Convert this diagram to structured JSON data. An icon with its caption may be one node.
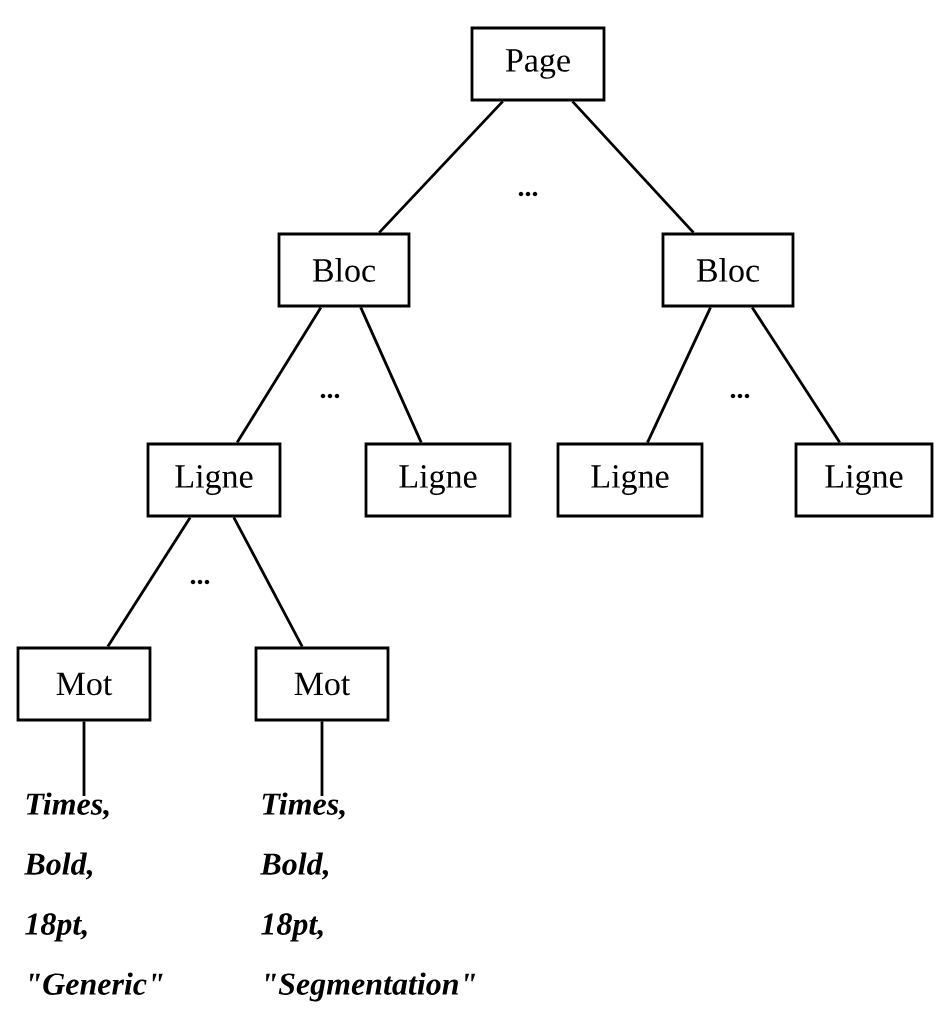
{
  "diagram": {
    "nodes": [
      {
        "text": [
          "Page"
        ]
      },
      {
        "text": [
          "Bloc"
        ]
      },
      {
        "text": [
          "Bloc"
        ]
      },
      {
        "text": [
          "Ligne"
        ]
      },
      {
        "text": [
          "Ligne"
        ]
      },
      {
        "text": [
          "Ligne"
        ]
      },
      {
        "text": [
          "Ligne"
        ]
      },
      {
        "text": [
          "Mot"
        ]
      },
      {
        "text": [
          "Mot"
        ]
      },
      {
        "text": [
          "Times, Bold, 18pt, \"Generic\""
        ]
      },
      {
        "text": [
          "Times, Bold, 18pt, \"Segmentation\""
        ]
      }
    ],
    "edges": [
      {
        "from": 0,
        "to": 1,
        "arrow": "none"
      },
      {
        "from": 0,
        "to": 2,
        "arrow": "none"
      },
      {
        "from": 1,
        "to": 3,
        "arrow": "none"
      },
      {
        "from": 1,
        "to": 4,
        "arrow": "none"
      },
      {
        "from": 2,
        "to": 5,
        "arrow": "none"
      },
      {
        "from": 2,
        "to": 6,
        "arrow": "none"
      },
      {
        "from": 3,
        "to": 7,
        "arrow": "none"
      },
      {
        "from": 3,
        "to": 8,
        "arrow": "none"
      },
      {
        "from": 7,
        "to": 9,
        "arrow": "none"
      },
      {
        "from": 8,
        "to": 10,
        "arrow": "none"
      }
    ],
    "labels": [
      "...",
      "...",
      "...",
      "..."
    ]
  }
}
